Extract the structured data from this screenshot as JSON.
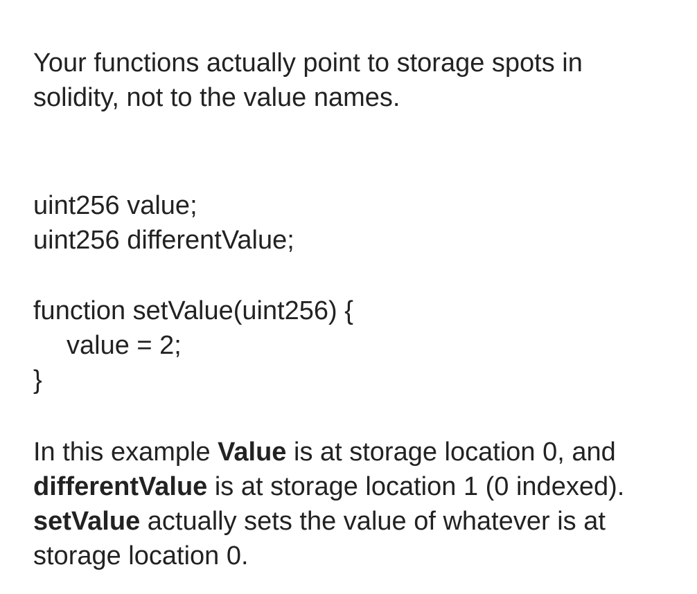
{
  "intro": {
    "text": "Your functions actually point to storage spots in solidity, not to the value names."
  },
  "code": {
    "decl_1": "uint256 value;",
    "decl_2": "uint256 differentValue;",
    "func_open": "function setValue(uint256) {",
    "func_body": "value = 2;",
    "func_close": "}"
  },
  "explanation": {
    "part_1": "In this example ",
    "bold_1": "Value",
    "part_2": " is at storage location 0, and ",
    "bold_2": "differentValue",
    "part_3": " is at storage location 1 (0 indexed). ",
    "bold_3": "setValue",
    "part_4": " actually sets the value of whatever is at storage location 0."
  }
}
